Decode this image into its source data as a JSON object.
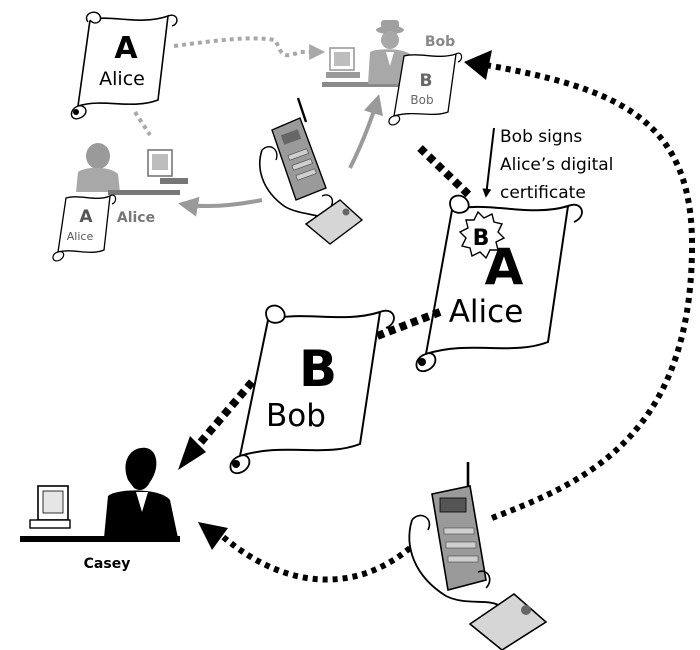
{
  "scene": {
    "top_left_scroll": {
      "letter": "A",
      "name": "Alice"
    },
    "bob_small_scroll": {
      "letter": "B",
      "name": "Bob"
    },
    "bob_figure_label": "Bob",
    "alice_small_scroll": {
      "letter": "A",
      "name": "Alice"
    },
    "alice_figure_label": "Alice",
    "annotation": {
      "line1": "Bob signs",
      "line2": "Alice’s digital",
      "line3": "certificate"
    },
    "signed_certificate": {
      "seal_letter": "B",
      "letter": "A",
      "name": "Alice"
    },
    "bob_certificate": {
      "letter": "B",
      "name": "Bob"
    },
    "casey_label": "Casey"
  },
  "colors": {
    "ink": "#000000",
    "gray_scene": "#9a9a9a",
    "dark_gray": "#555555",
    "paper": "#ffffff"
  },
  "icons": [
    "scroll-icon",
    "computer-icon",
    "person-icon",
    "phone-icon",
    "hand-icon",
    "card-icon"
  ]
}
